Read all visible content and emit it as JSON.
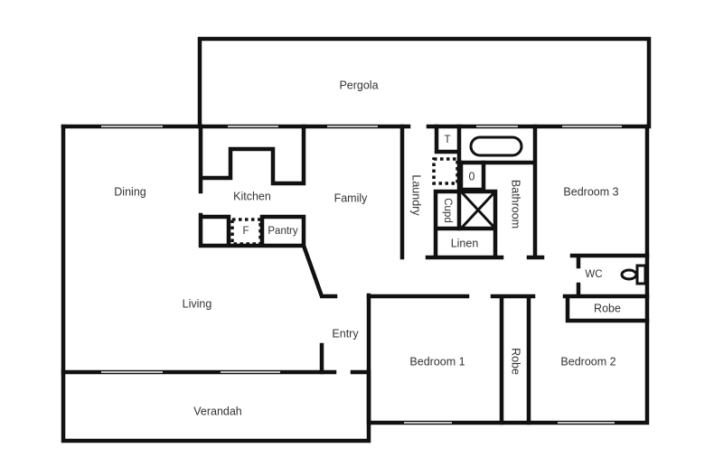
{
  "rooms": {
    "pergola": "Pergola",
    "dining": "Dining",
    "kitchen": "Kitchen",
    "family": "Family",
    "laundry": "Laundry",
    "cupd": "Cupd",
    "bathroom": "Bathroom",
    "bedroom3": "Bedroom 3",
    "toilet_cupboard": "T",
    "basin": "0",
    "fridge": "F",
    "pantry": "Pantry",
    "linen": "Linen",
    "wc": "WC",
    "robe_master": "Robe",
    "living": "Living",
    "entry": "Entry",
    "bedroom1": "Bedroom 1",
    "robe_shared": "Robe",
    "bedroom2": "Bedroom 2",
    "verandah": "Verandah"
  }
}
